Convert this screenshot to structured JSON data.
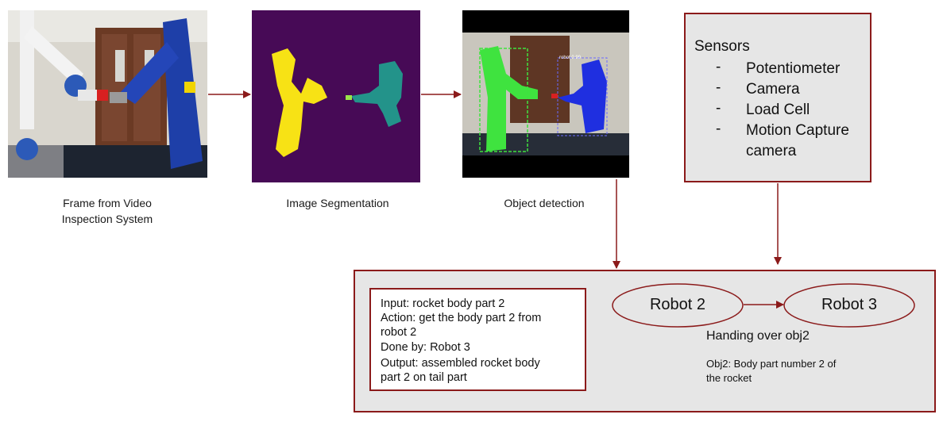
{
  "captions": {
    "frame": [
      "Frame from Video",
      "Inspection System"
    ],
    "segmentation": "Image Segmentation",
    "detection": "Object detection"
  },
  "detection_labels": {
    "robot": "robot 0.99"
  },
  "sensors": {
    "title": "Sensors",
    "items": [
      "Potentiometer",
      "Camera",
      "Load Cell",
      "Motion Capture",
      "camera"
    ]
  },
  "task": {
    "lines": [
      "Input: rocket body part 2",
      "Action: get the body part 2 from",
      "robot 2",
      "Done by: Robot 3",
      "Output: assembled rocket body",
      "part 2 on tail part"
    ]
  },
  "handover": {
    "from": "Robot 2",
    "to": "Robot 3",
    "label": "Handing over obj2",
    "note": [
      "Obj2: Body part number 2 of",
      "the rocket"
    ]
  },
  "colors": {
    "accent": "#8b1a1a",
    "box_fill": "#e6e6e6",
    "seg_background": "#470a56",
    "seg_yellow": "#f7e215",
    "seg_teal": "#23938a",
    "det_green": "#3fe33f",
    "det_blue": "#1f2fe0"
  }
}
